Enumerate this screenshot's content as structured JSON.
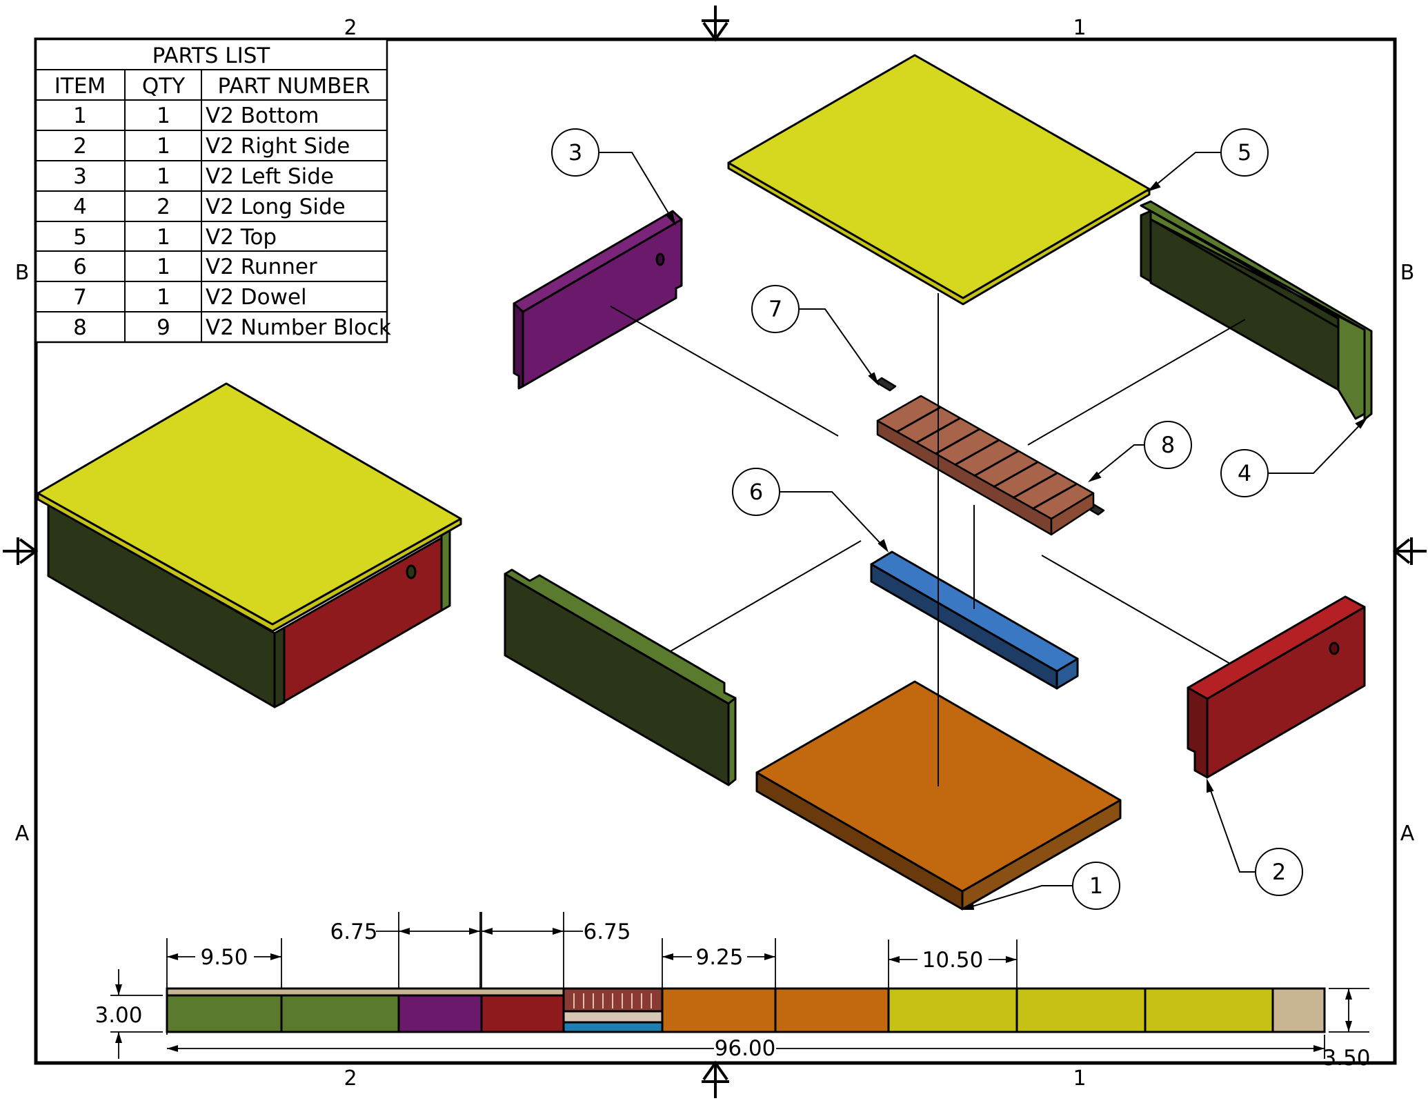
{
  "border_zones": {
    "top_left": "2",
    "top_right": "1",
    "bottom_left": "2",
    "bottom_right": "1",
    "left_upper": "B",
    "left_lower": "A",
    "right_upper": "B",
    "right_lower": "A"
  },
  "parts_list": {
    "title": "PARTS LIST",
    "headers": [
      "ITEM",
      "QTY",
      "PART NUMBER"
    ],
    "rows": [
      {
        "item": "1",
        "qty": "1",
        "part": "V2 Bottom"
      },
      {
        "item": "2",
        "qty": "1",
        "part": "V2 Right Side"
      },
      {
        "item": "3",
        "qty": "1",
        "part": "V2 Left Side"
      },
      {
        "item": "4",
        "qty": "2",
        "part": "V2 Long Side"
      },
      {
        "item": "5",
        "qty": "1",
        "part": "V2 Top"
      },
      {
        "item": "6",
        "qty": "1",
        "part": "V2 Runner"
      },
      {
        "item": "7",
        "qty": "1",
        "part": "V2 Dowel"
      },
      {
        "item": "8",
        "qty": "9",
        "part": "V2 Number Block"
      }
    ]
  },
  "balloons": {
    "b1": "1",
    "b2": "2",
    "b3": "3",
    "b4": "4",
    "b5": "5",
    "b6": "6",
    "b7": "7",
    "b8": "8"
  },
  "dimensions": {
    "d1": "9.50",
    "d2": "6.75",
    "d3": "6.75",
    "d4": "9.25",
    "d5": "10.50",
    "overall_length": "96.00",
    "height_left": "3.00",
    "height_right": "3.50"
  },
  "colors": {
    "top_yellow": "#d6d81f",
    "top_edge": "#c6c215",
    "long_side_face": "#2b3619",
    "long_side_edge": "#5a7a2e",
    "left_side_purple": "#6b1a6b",
    "right_side_red": "#8f1a1e",
    "right_side_light": "#b52025",
    "bottom_orange": "#c2690f",
    "bottom_dark": "#6a3a0c",
    "runner_blue": "#3a78c4",
    "runner_dark": "#1d3d66",
    "block_brown": "#a8644a",
    "board_tan": "#c7b594"
  }
}
